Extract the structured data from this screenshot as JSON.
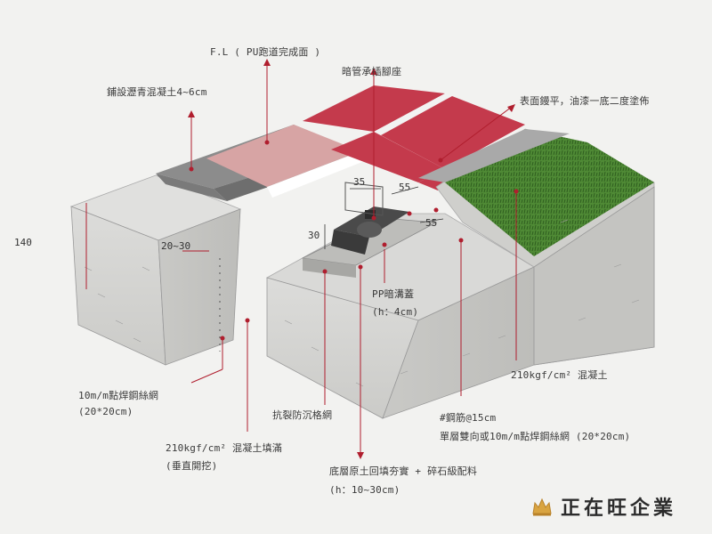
{
  "labels": {
    "fl": "F.L ( PU跑道完成面 )",
    "asphalt": "鋪設瀝青混凝土4~6cm",
    "socket": "暗管承插腳座",
    "finish": "表面鏝平，油漆一底二度塗佈",
    "pp_cover": "PP暗溝蓋",
    "pp_cover_h": "(h：4cm)",
    "concrete_right": "210kgf/cm² 混凝土",
    "mesh_left": "10m/m點焊鋼絲網",
    "mesh_left_size": "(20*20cm)",
    "anticrack": "抗裂防沉格網",
    "rebar": "#鋼筋@15cm",
    "rebar_mesh": "單層雙向或10m/m點焊鋼絲網 (20*20cm)",
    "concrete_fill": "210kgf/cm² 混凝土填滿",
    "vertical_dig": "(垂直開挖)",
    "base": "底層原土回填夯實 + 碎石級配料",
    "base_h": "(h：10~30cm)"
  },
  "dimensions": {
    "d140": "140",
    "d20_30": "20~30",
    "d35": "35",
    "d55a": "55",
    "d55b": "55",
    "d30": "30"
  },
  "brand": {
    "name": "正在旺企業"
  },
  "colors": {
    "track_red": "#c43a4c",
    "track_pink": "#d7a4a4",
    "concrete": "#d6d6d4",
    "grass": "#4f8a35",
    "leader": "#b01e2e"
  }
}
